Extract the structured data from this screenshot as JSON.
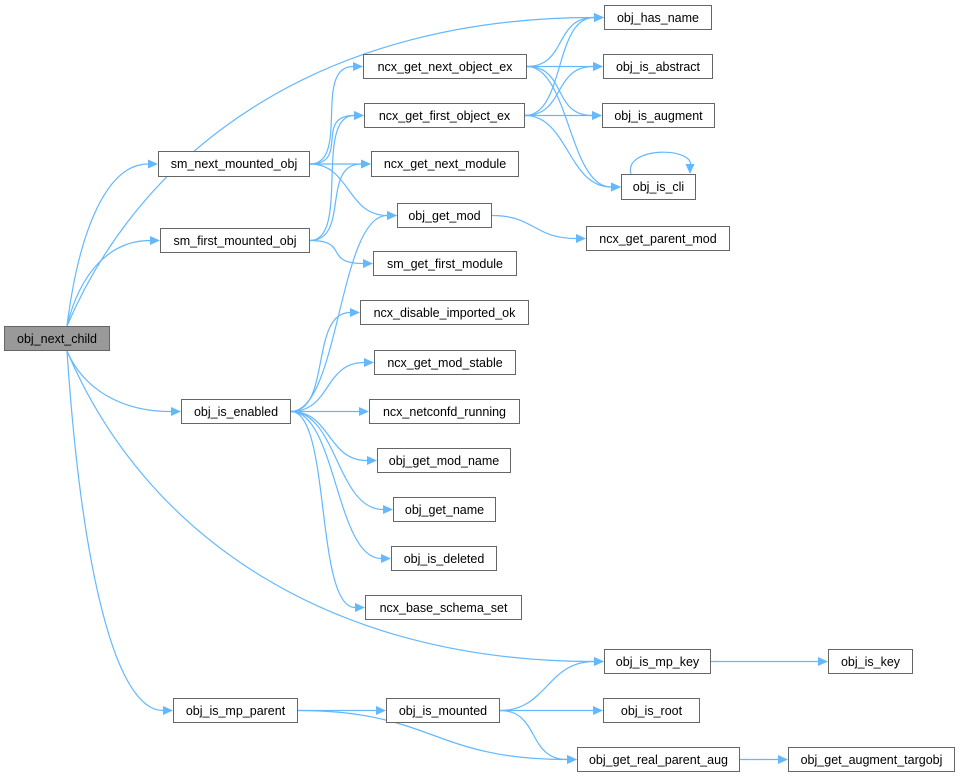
{
  "colors": {
    "edge": "#63b8ff",
    "node_border": "#666666",
    "root_fill": "#999999",
    "node_fill": "#ffffff"
  },
  "root": "obj_next_child",
  "nodes": {
    "obj_next_child": "obj_next_child",
    "sm_next_mounted_obj": "sm_next_mounted_obj",
    "sm_first_mounted_obj": "sm_first_mounted_obj",
    "obj_is_enabled": "obj_is_enabled",
    "obj_is_mp_parent": "obj_is_mp_parent",
    "obj_has_name": "obj_has_name",
    "ncx_get_next_object_ex": "ncx_get_next_object_ex",
    "obj_is_abstract": "obj_is_abstract",
    "ncx_get_first_object_ex": "ncx_get_first_object_ex",
    "obj_is_augment": "obj_is_augment",
    "ncx_get_next_module": "ncx_get_next_module",
    "obj_is_cli": "obj_is_cli",
    "obj_get_mod": "obj_get_mod",
    "ncx_get_parent_mod": "ncx_get_parent_mod",
    "sm_get_first_module": "sm_get_first_module",
    "ncx_disable_imported_ok": "ncx_disable_imported_ok",
    "ncx_get_mod_stable": "ncx_get_mod_stable",
    "ncx_netconfd_running": "ncx_netconfd_running",
    "obj_get_mod_name": "obj_get_mod_name",
    "obj_get_name": "obj_get_name",
    "obj_is_deleted": "obj_is_deleted",
    "ncx_base_schema_set": "ncx_base_schema_set",
    "obj_is_mp_key": "obj_is_mp_key",
    "obj_is_key": "obj_is_key",
    "obj_is_mounted": "obj_is_mounted",
    "obj_is_root": "obj_is_root",
    "obj_get_real_parent_aug": "obj_get_real_parent_aug",
    "obj_get_augment_targobj": "obj_get_augment_targobj"
  },
  "edges": [
    [
      "obj_next_child",
      "obj_has_name"
    ],
    [
      "obj_next_child",
      "sm_next_mounted_obj"
    ],
    [
      "obj_next_child",
      "sm_first_mounted_obj"
    ],
    [
      "obj_next_child",
      "obj_is_enabled"
    ],
    [
      "obj_next_child",
      "obj_is_mp_key"
    ],
    [
      "obj_next_child",
      "obj_is_mp_parent"
    ],
    [
      "sm_next_mounted_obj",
      "ncx_get_next_object_ex"
    ],
    [
      "sm_next_mounted_obj",
      "ncx_get_first_object_ex"
    ],
    [
      "sm_next_mounted_obj",
      "ncx_get_next_module"
    ],
    [
      "sm_next_mounted_obj",
      "obj_get_mod"
    ],
    [
      "sm_first_mounted_obj",
      "ncx_get_first_object_ex"
    ],
    [
      "sm_first_mounted_obj",
      "ncx_get_next_module"
    ],
    [
      "sm_first_mounted_obj",
      "sm_get_first_module"
    ],
    [
      "ncx_get_next_object_ex",
      "obj_has_name"
    ],
    [
      "ncx_get_next_object_ex",
      "obj_is_abstract"
    ],
    [
      "ncx_get_next_object_ex",
      "obj_is_augment"
    ],
    [
      "ncx_get_next_object_ex",
      "obj_is_cli"
    ],
    [
      "ncx_get_first_object_ex",
      "obj_has_name"
    ],
    [
      "ncx_get_first_object_ex",
      "obj_is_abstract"
    ],
    [
      "ncx_get_first_object_ex",
      "obj_is_augment"
    ],
    [
      "ncx_get_first_object_ex",
      "obj_is_cli"
    ],
    [
      "obj_is_cli",
      "obj_is_cli"
    ],
    [
      "obj_get_mod",
      "ncx_get_parent_mod"
    ],
    [
      "obj_is_enabled",
      "obj_get_mod"
    ],
    [
      "obj_is_enabled",
      "ncx_disable_imported_ok"
    ],
    [
      "obj_is_enabled",
      "ncx_get_mod_stable"
    ],
    [
      "obj_is_enabled",
      "ncx_netconfd_running"
    ],
    [
      "obj_is_enabled",
      "obj_get_mod_name"
    ],
    [
      "obj_is_enabled",
      "obj_get_name"
    ],
    [
      "obj_is_enabled",
      "obj_is_deleted"
    ],
    [
      "obj_is_enabled",
      "ncx_base_schema_set"
    ],
    [
      "obj_is_mp_key",
      "obj_is_key"
    ],
    [
      "obj_is_mp_parent",
      "obj_is_mounted"
    ],
    [
      "obj_is_mp_parent",
      "obj_get_real_parent_aug"
    ],
    [
      "obj_is_mounted",
      "obj_is_mp_key"
    ],
    [
      "obj_is_mounted",
      "obj_is_root"
    ],
    [
      "obj_is_mounted",
      "obj_get_real_parent_aug"
    ],
    [
      "obj_get_real_parent_aug",
      "obj_get_augment_targobj"
    ]
  ]
}
